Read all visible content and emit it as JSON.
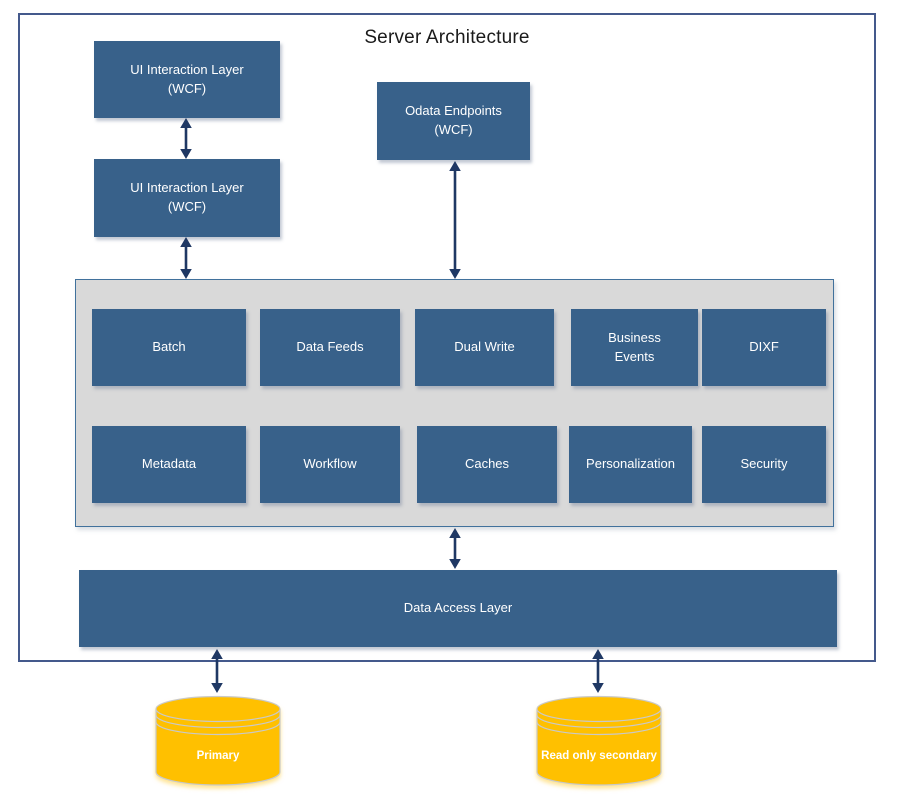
{
  "title": "Server Architecture",
  "boxes": {
    "ui_layer_top": "UI Interaction Layer (WCF)",
    "ui_layer_bottom": "UI Interaction Layer (WCF)",
    "odata": "Odata Endpoints (WCF)",
    "data_access": "Data Access Layer"
  },
  "services": {
    "row1": [
      "Batch",
      "Data Feeds",
      "Dual Write",
      "Business Events",
      "DIXF"
    ],
    "row2": [
      "Metadata",
      "Workflow",
      "Caches",
      "Personalization",
      "Security"
    ]
  },
  "databases": {
    "primary": "Primary",
    "secondary": "Read only secondary"
  },
  "colors": {
    "box_blue": "#38618a",
    "arrow_navy": "#1f3864",
    "panel_gray": "#d9d9d9",
    "panel_border": "#41719c",
    "frame_border": "#44598c",
    "database_yellow": "#ffc000"
  }
}
